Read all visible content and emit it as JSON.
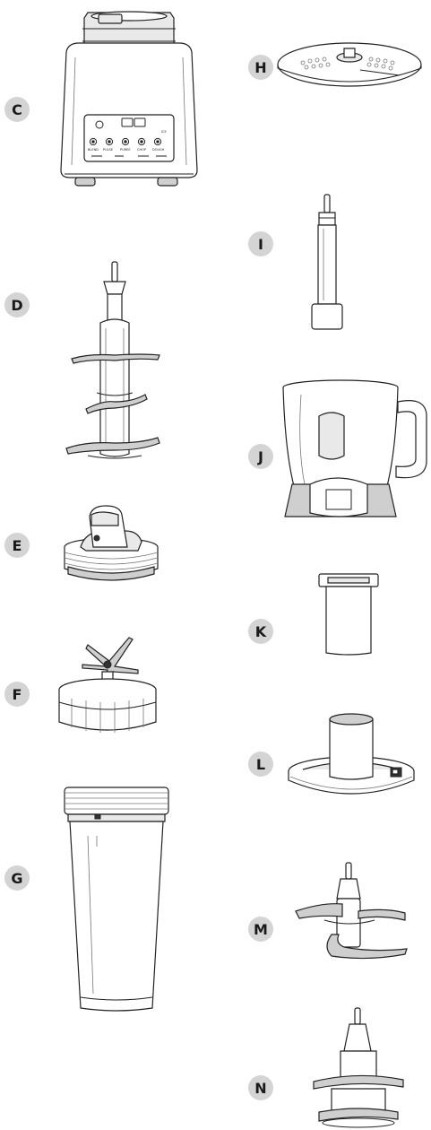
{
  "parts": [
    {
      "letter": "C",
      "icon": "blender-motor-base-icon"
    },
    {
      "letter": "D",
      "icon": "stacked-blade-assembly-icon"
    },
    {
      "letter": "E",
      "icon": "spout-lid-icon"
    },
    {
      "letter": "F",
      "icon": "cup-blade-assembly-icon"
    },
    {
      "letter": "G",
      "icon": "single-serve-cup-icon"
    },
    {
      "letter": "H",
      "icon": "slicing-disc-icon"
    },
    {
      "letter": "I",
      "icon": "disc-adapter-icon"
    },
    {
      "letter": "J",
      "icon": "food-processor-bowl-icon"
    },
    {
      "letter": "K",
      "icon": "feed-chute-pusher-icon"
    },
    {
      "letter": "L",
      "icon": "food-processor-lid-icon"
    },
    {
      "letter": "M",
      "icon": "chopping-blade-icon"
    },
    {
      "letter": "N",
      "icon": "dough-blade-icon"
    }
  ],
  "control_panel": {
    "labels": [
      "BLEND",
      "PULSE",
      "PUREE",
      "CHOP",
      "DOUGH",
      "ICE"
    ]
  }
}
